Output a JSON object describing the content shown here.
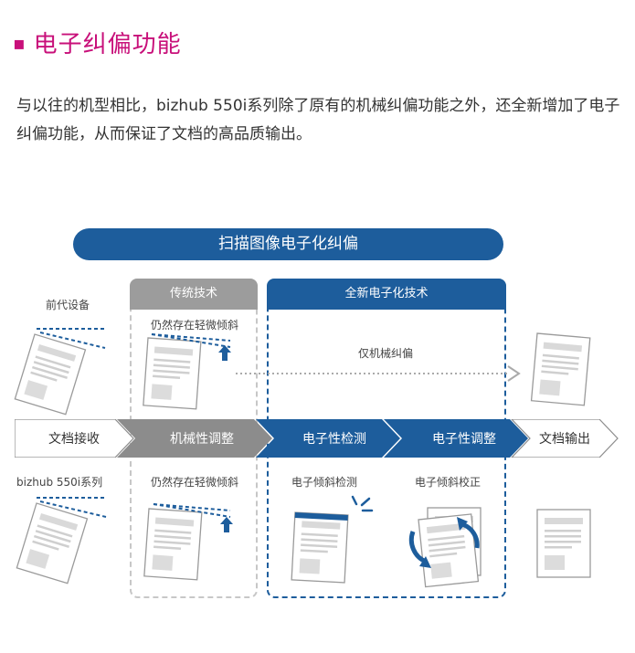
{
  "section": {
    "bullet": "▪",
    "title": "电子纠偏功能"
  },
  "intro": "与以往的机型相比，bizhub 550i系列除了原有的机械纠偏功能之外，还全新增加了电子纠偏功能，从而保证了文档的高品质输出。",
  "diagram": {
    "banner": "扫描图像电子化纠偏",
    "traditional_header": "传统技术",
    "new_header": "全新电子化技术",
    "top_row": {
      "left_label": "前代设备",
      "traditional_label": "仍然存在轻微倾斜",
      "new_label": "仅机械纠偏"
    },
    "bottom_row": {
      "left_label": "bizhub 550i系列",
      "traditional_label": "仍然存在轻微倾斜",
      "detect_label": "电子倾斜检测",
      "correct_label": "电子倾斜校正"
    },
    "flow": [
      {
        "label": "文档接收",
        "fill": "#ffffff"
      },
      {
        "label": "机械性调整",
        "fill": "#8c8c8c"
      },
      {
        "label": "电子性检测",
        "fill": "#1d5d9c"
      },
      {
        "label": "电子性调整",
        "fill": "#1d5d9c"
      },
      {
        "label": "文档输出",
        "fill": "#ffffff"
      }
    ],
    "colors": {
      "accent_pink": "#c8107a",
      "blue": "#1d5d9c",
      "gray": "#9c9c9c"
    }
  }
}
